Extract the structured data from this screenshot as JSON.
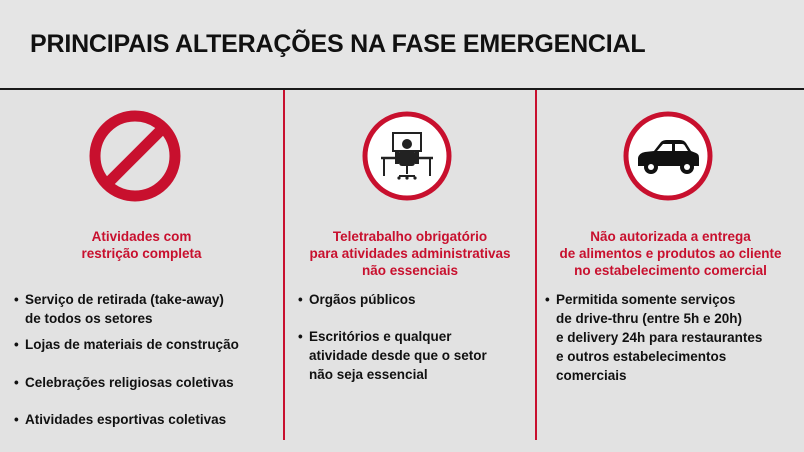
{
  "title": "PRINCIPAIS ALTERAÇÕES NA FASE EMERGENCIAL",
  "colors": {
    "accent": "#c8102e",
    "text": "#111111",
    "background": "#e2e2e2"
  },
  "columns": [
    {
      "icon": "prohibited-icon",
      "heading": [
        "Atividades com",
        "restrição completa"
      ],
      "items": [
        {
          "lines": [
            "Serviço de retirada (take-away)",
            "de todos os setores"
          ]
        },
        {
          "lines": [
            "Lojas de materiais de construção"
          ]
        },
        {
          "lines": [
            "Celebrações religiosas coletivas"
          ]
        },
        {
          "lines": [
            "Atividades esportivas coletivas"
          ]
        }
      ]
    },
    {
      "icon": "office-desk-icon",
      "heading": [
        "Teletrabalho obrigatório",
        "para atividades administrativas",
        "não essenciais"
      ],
      "items": [
        {
          "lines": [
            "Orgãos públicos"
          ]
        },
        {
          "lines": [
            "Escritórios e qualquer",
            "atividade desde que o setor",
            "não seja essencial"
          ]
        }
      ]
    },
    {
      "icon": "car-icon",
      "heading": [
        "Não autorizada a entrega",
        "de alimentos e produtos ao cliente",
        "no estabelecimento comercial"
      ],
      "items": [
        {
          "lines": [
            "Permitida somente serviços",
            "de drive-thru (entre 5h e 20h)",
            "e delivery 24h para restaurantes",
            "e outros estabelecimentos",
            "comerciais"
          ]
        }
      ]
    }
  ]
}
